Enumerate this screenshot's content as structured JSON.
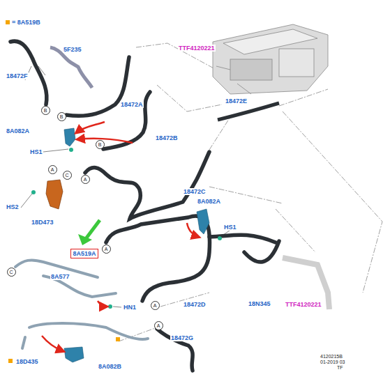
{
  "diagram": {
    "nodes": [
      {
        "text": [
          "B"
        ]
      },
      {
        "text": [
          "B"
        ]
      },
      {
        "text": [
          "B"
        ]
      },
      {
        "text": [
          "A"
        ]
      },
      {
        "text": [
          "C"
        ]
      },
      {
        "text": [
          "A"
        ]
      },
      {
        "text": [
          "8A519A"
        ]
      },
      {
        "text": [
          "A"
        ]
      },
      {
        "text": [
          "C"
        ]
      },
      {
        "text": [
          "A"
        ]
      },
      {
        "text": [
          "A"
        ]
      }
    ],
    "labels": [
      "5F235",
      "18472F",
      "18472A",
      "18472B",
      "8A082A",
      "HS1",
      "HS2",
      "18D473",
      "18472C",
      "8A082A",
      "HS1",
      "TTF4120221",
      "18472E",
      "8A577",
      "HN1",
      "18472D",
      "18N345",
      "TTF4120221",
      "18472G",
      "18D435",
      "8A082B",
      "4120215B",
      "01-2019 03",
      "TF"
    ],
    "legend": [
      {
        "text": "= 8A519B",
        "color": "#f5a500"
      }
    ]
  }
}
